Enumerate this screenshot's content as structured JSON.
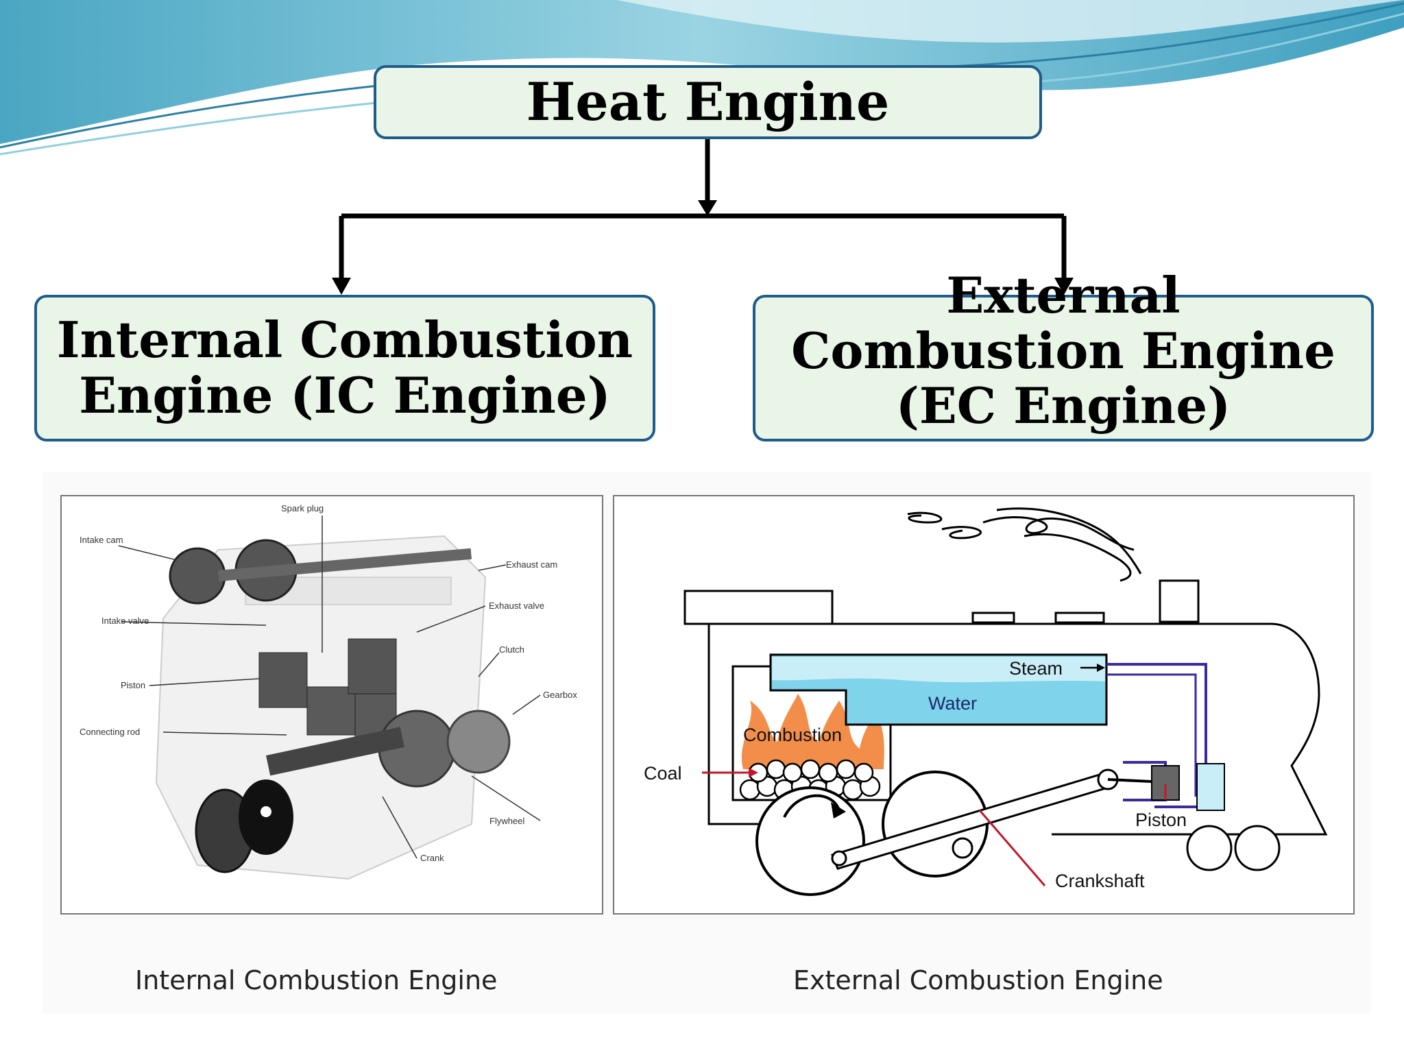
{
  "diagram": {
    "root": "Heat Engine",
    "left_branch": "Internal Combustion\nEngine (IC Engine)",
    "right_branch": "External\nCombustion Engine\n(EC Engine)"
  },
  "ic_figure": {
    "caption": "Internal Combustion Engine",
    "labels": {
      "spark_plug": "Spark plug",
      "intake_cam": "Intake cam",
      "exhaust_cam": "Exhaust cam",
      "exhaust_valve": "Exhaust valve",
      "intake_valve": "Intake valve",
      "clutch": "Clutch",
      "piston": "Piston",
      "gearbox": "Gearbox",
      "connecting_rod": "Connecting rod",
      "flywheel": "Flywheel",
      "crank": "Crank"
    }
  },
  "ec_figure": {
    "caption": "External Combustion Engine",
    "labels": {
      "steam": "Steam",
      "water": "Water",
      "combustion": "Combustion",
      "coal": "Coal",
      "piston": "Piston",
      "crankshaft": "Crankshaft"
    }
  },
  "colors": {
    "box_fill": "#e9f6e7",
    "box_border": "#1f5c8a",
    "banner": "#6fb9cf",
    "water": "#7fd3ea",
    "flame": "#f07a2a"
  }
}
